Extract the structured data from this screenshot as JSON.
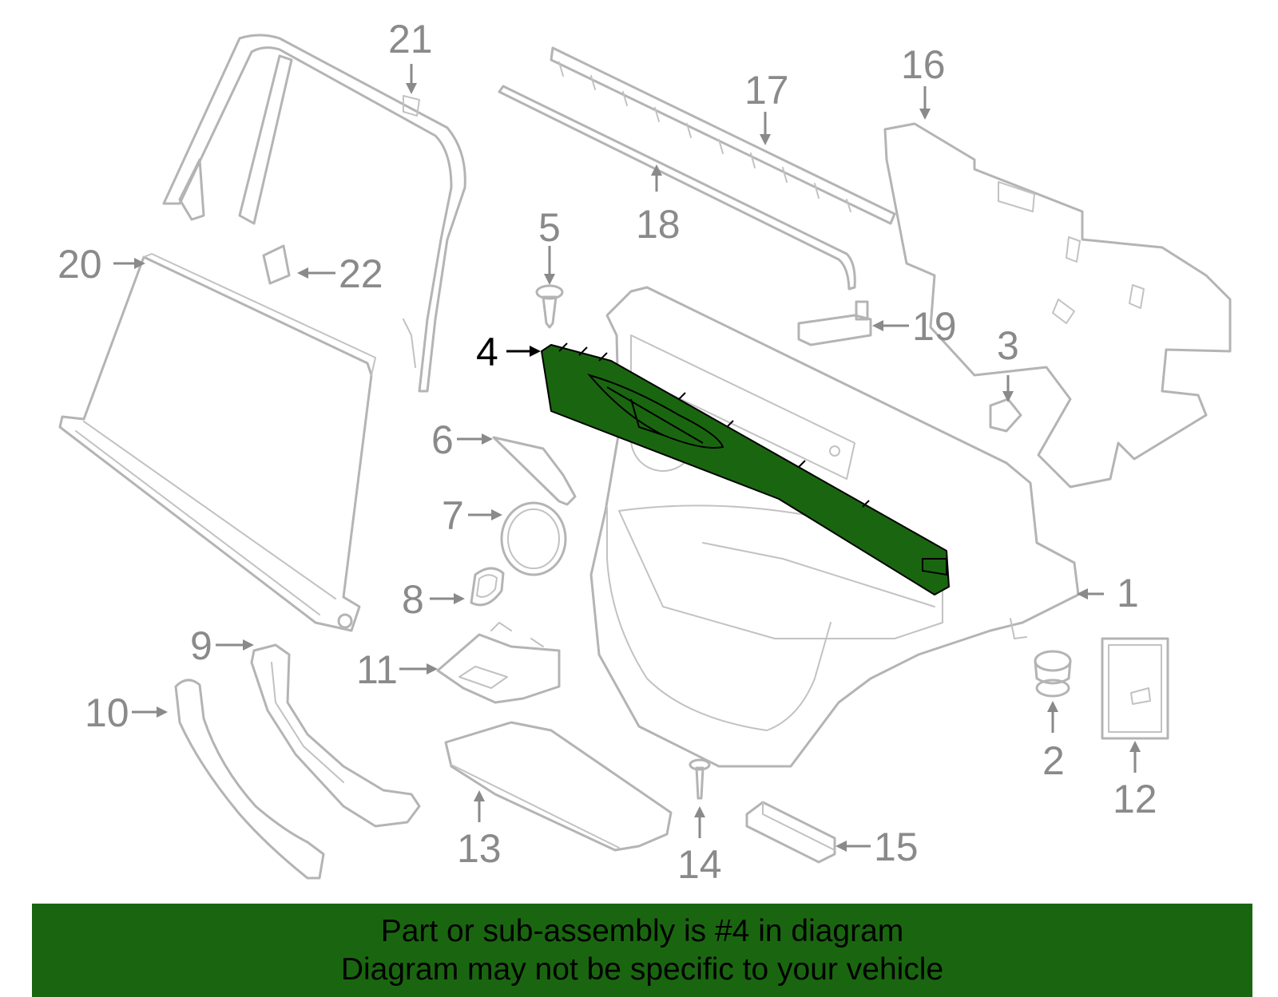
{
  "diagram": {
    "highlighted_part": "4",
    "highlight_color": "#1a6610",
    "outline_color": "#b4b4b4",
    "label_color": "#8a8a8a",
    "callouts": [
      "1",
      "2",
      "3",
      "4",
      "5",
      "6",
      "7",
      "8",
      "9",
      "10",
      "11",
      "12",
      "13",
      "14",
      "15",
      "16",
      "17",
      "18",
      "19",
      "20",
      "21",
      "22"
    ]
  },
  "banner": {
    "line1": "Part or sub-assembly is #4 in diagram",
    "line2": "Diagram may not be specific to your vehicle",
    "background": "#1a6610"
  }
}
